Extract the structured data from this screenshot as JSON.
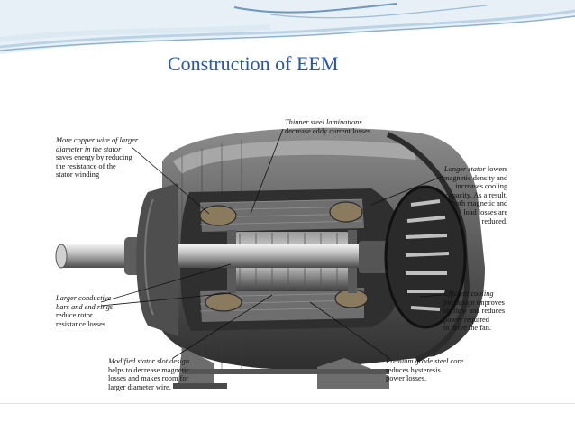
{
  "slide": {
    "title": "Construction of EEM"
  },
  "labels": {
    "copper": {
      "emph": "More copper wire of larger\ndiameter in the stator",
      "text": "saves energy by reducing\nthe resistance of the\nstator winding"
    },
    "laminations": {
      "emph": "Thinner steel laminations",
      "text": "decrease eddy current losses"
    },
    "stator": {
      "emph": "Longer stator",
      "text": " lowers\nmagnetic density and\nincreases cooling\ncapacity. As a result,\nboth magnetic and\nload losses are\nreduced."
    },
    "bars": {
      "emph": "Larger conductive\nbars and end rings",
      "text": "reduce rotor\nresistance losses"
    },
    "cooling": {
      "emph": "Efficient cooling\nfan design",
      "text": " improves\nair flow and reduces\npower required\nto drive the fan."
    },
    "slot": {
      "emph": "Modified stator slot design",
      "text": "helps to decrease magnetic\nlosses and makes room for\nlarger diameter wire."
    },
    "core": {
      "emph": "Premium grade steel core",
      "text": "reduces hysteresis\npower losses."
    }
  },
  "colors": {
    "title": "#2a56a8",
    "wave_light": "#cfe0ee",
    "wave_dark": "#5f88b3",
    "metal_dark": "#3a3a3a",
    "metal_mid": "#7a7a7a",
    "metal_light": "#c8c8c8"
  }
}
